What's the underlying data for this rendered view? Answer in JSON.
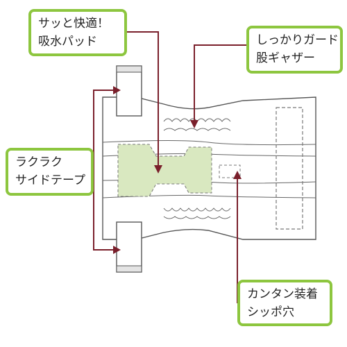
{
  "colors": {
    "callout_border": "#8dc63f",
    "leader_line": "#7a1f2b",
    "pad_fill": "#d9e8c0",
    "outline": "#555555"
  },
  "callouts": {
    "pad": {
      "line1": "サッと快適！",
      "line2": "吸水パッド"
    },
    "gather": {
      "line1": "しっかりガード",
      "line2": "股ギャザー"
    },
    "tape": {
      "line1": "ラクラク",
      "line2": "サイドテープ"
    },
    "hole": {
      "line1": "カンタン装着",
      "line2": "シッポ穴"
    }
  }
}
